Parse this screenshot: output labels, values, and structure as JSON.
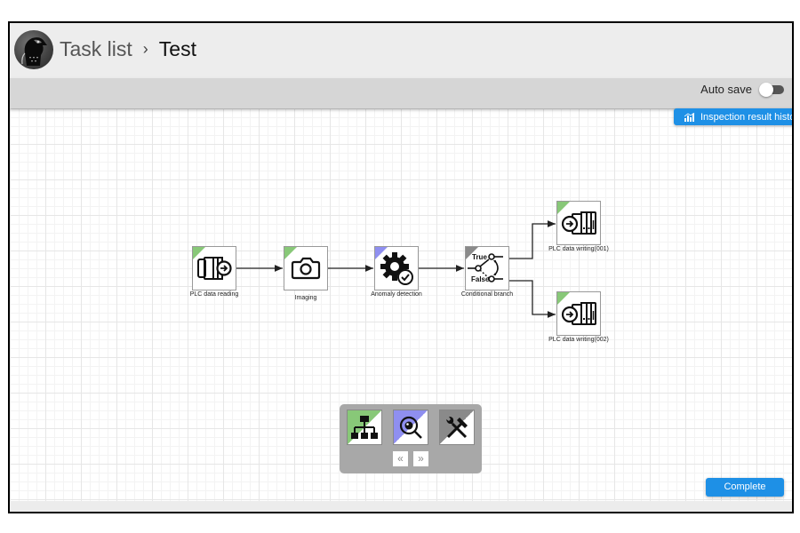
{
  "header": {
    "breadcrumb_root": "Task list",
    "breadcrumb_separator": "›",
    "breadcrumb_current": "Test",
    "logo_icon": "eagle-logo-icon"
  },
  "toolbar": {
    "autosave_label": "Auto save",
    "autosave_on": false
  },
  "buttons": {
    "history_label": "Inspection result histo",
    "history_icon": "chart-icon",
    "complete_label": "Complete"
  },
  "colors": {
    "accent_blue": "#1e90e6",
    "input_green": "#88c878",
    "process_purple": "#8f8ff0",
    "control_gray": "#8a8a8a"
  },
  "flow": {
    "nodes": [
      {
        "id": "plc-read",
        "label": "PLC data reading",
        "category": "io",
        "icon": "plc-read-icon"
      },
      {
        "id": "imaging",
        "label": "Imaging",
        "category": "io",
        "icon": "camera-icon"
      },
      {
        "id": "anomaly",
        "label": "Anomaly detection",
        "category": "process",
        "icon": "gear-check-icon"
      },
      {
        "id": "branch",
        "label": "Conditional branch",
        "category": "control",
        "icon": "branch-switch-icon",
        "true_label": "True",
        "false_label": "False"
      },
      {
        "id": "plc-write-1",
        "label": "PLC data writing(001)",
        "category": "io",
        "icon": "plc-write-icon"
      },
      {
        "id": "plc-write-2",
        "label": "PLC data writing(002)",
        "category": "io",
        "icon": "plc-write-icon"
      }
    ],
    "edges": [
      {
        "from": "plc-read",
        "to": "imaging"
      },
      {
        "from": "imaging",
        "to": "anomaly"
      },
      {
        "from": "anomaly",
        "to": "branch"
      },
      {
        "from": "branch",
        "to": "plc-write-1",
        "condition": "True"
      },
      {
        "from": "branch",
        "to": "plc-write-2",
        "condition": "False"
      }
    ]
  },
  "palette": {
    "categories": [
      {
        "name": "io",
        "icon": "hierarchy-icon"
      },
      {
        "name": "process",
        "icon": "inspect-magnifier-icon"
      },
      {
        "name": "control",
        "icon": "tools-icon"
      }
    ],
    "prev_label": "«",
    "next_label": "»"
  }
}
